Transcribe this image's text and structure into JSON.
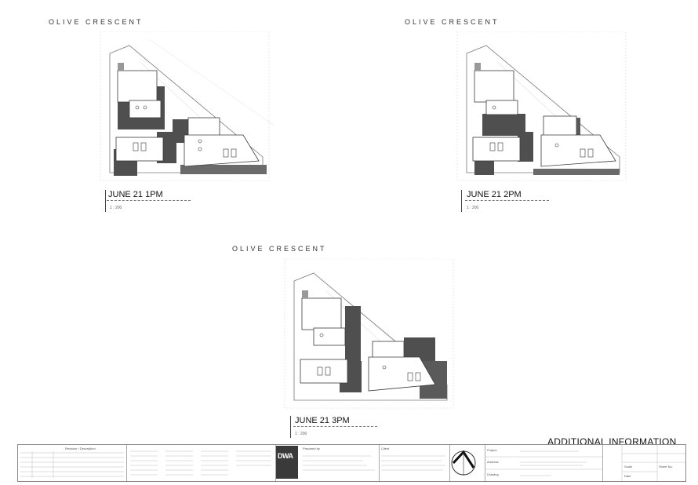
{
  "views": [
    {
      "street": "OLIVE  CRESCENT",
      "title": "JUNE 21 1PM",
      "scale": "1 : 200"
    },
    {
      "street": "OLIVE  CRESCENT",
      "title": "JUNE 21 2PM",
      "scale": "1 : 200"
    },
    {
      "street": "OLIVE  CRESCENT",
      "title": "JUNE 21 3PM",
      "scale": "1 : 200"
    }
  ],
  "sheet_title": "ADDITIONAL INFORMATION",
  "logo_text": "DWA",
  "title_block": {
    "practice_heading": "Prepared by",
    "client_heading": "Client",
    "revisions_heading": "Revision / Description",
    "project_label": "Project",
    "address_label": "Address",
    "drawing_label": "Drawing",
    "scale_label": "Scale",
    "date_label": "Date",
    "sheet_label": "Sheet No."
  },
  "colors": {
    "shadow": "#4f4f4f",
    "line": "#3a3a3a",
    "faint": "#bdbdbd"
  }
}
